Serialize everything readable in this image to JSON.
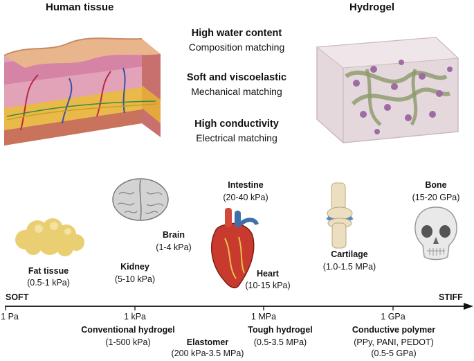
{
  "headers": {
    "left": "Human tissue",
    "right": "Hydrogel"
  },
  "matching": [
    {
      "title": "High water content",
      "subtitle": "Composition matching"
    },
    {
      "title": "Soft and viscoelastic",
      "subtitle": "Mechanical matching"
    },
    {
      "title": "High conductivity",
      "subtitle": "Electrical matching"
    }
  ],
  "tissues": {
    "fat": {
      "name": "Fat tissue",
      "value": "(0.5-1 kPa)"
    },
    "kidney": {
      "name": "Kidney",
      "value": "(5-10 kPa)"
    },
    "brain": {
      "name": "Brain",
      "value": "(1-4 kPa)"
    },
    "intestine": {
      "name": "Intestine",
      "value": "(20-40 kPa)"
    },
    "heart": {
      "name": "Heart",
      "value": "(10-15 kPa)"
    },
    "cartilage": {
      "name": "Cartilage",
      "value": "(1.0-1.5 MPa)"
    },
    "bone": {
      "name": "Bone",
      "value": "(15-20 GPa)"
    }
  },
  "axis": {
    "soft": "SOFT",
    "stiff": "STIFF",
    "ticks": [
      "1 Pa",
      "1 kPa",
      "1 MPa",
      "1 GPa"
    ]
  },
  "materials": {
    "conventional": {
      "name": "Conventional hydrogel",
      "value": "(1-500 kPa)"
    },
    "elastomer": {
      "name": "Elastomer",
      "value": "(200 kPa-3.5 MPa)"
    },
    "tough": {
      "name": "Tough hydrogel",
      "value": "(0.5-3.5 MPa)"
    },
    "conductive": {
      "name": "Conductive polymer",
      "value": "(PPy, PANI, PEDOT)",
      "value2": "(0.5-5 GPa)"
    }
  }
}
